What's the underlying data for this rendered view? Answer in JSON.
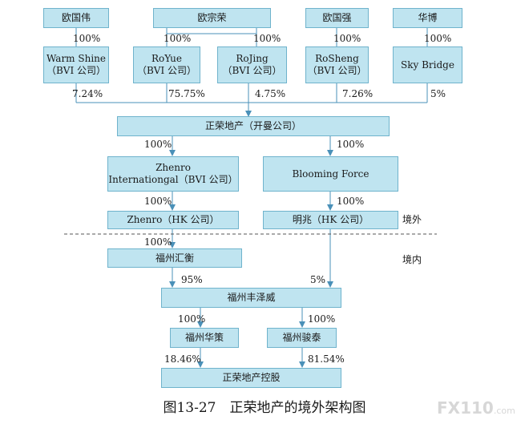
{
  "shareholders": [
    "欧国伟",
    "欧宗荣",
    "欧国强",
    "华博"
  ],
  "bvi": [
    {
      "line1": "Warm Shine",
      "line2": "（BVI 公司）"
    },
    {
      "line1": "RoYue",
      "line2": "（BVI 公司）"
    },
    {
      "line1": "RoJing",
      "line2": "（BVI 公司）"
    },
    {
      "line1": "RoSheng",
      "line2": "（BVI 公司）"
    }
  ],
  "sky_bridge": "Sky Bridge",
  "top_pcts": [
    "100%",
    "100%",
    "100%",
    "100%",
    "100%"
  ],
  "stake_pcts": [
    "7.24%",
    "75.75%",
    "4.75%",
    "7.26%",
    "5%"
  ],
  "cayman": "正荣地产（开曼公司）",
  "pct_cayman_left": "100%",
  "pct_cayman_right": "100%",
  "zhenro_intl": {
    "line1": "Zhenro",
    "line2": "Internationgal（BVI 公司）"
  },
  "blooming": "Blooming Force",
  "pct_intl": "100%",
  "pct_blooming": "100%",
  "zhenro_hk": "Zhenro（HK 公司）",
  "mingzhao_hk": "明兆（HK 公司）",
  "label_offshore": "境外",
  "label_onshore": "境内",
  "pct_huiheng": "100%",
  "fuzhou_huiheng": "福州汇衡",
  "pct_95": "95%",
  "pct_5": "5%",
  "fuzhou_fengzewei": "福州丰泽威",
  "pct_huace": "100%",
  "pct_juntai": "100%",
  "fuzhou_huace": "福州华策",
  "fuzhou_juntai": "福州骏泰",
  "pct_1846": "18.46%",
  "pct_8154": "81.54%",
  "holding": "正荣地产控股",
  "caption": "图13-27　正荣地产的境外架构图",
  "watermark": "FX110",
  "watermark_suffix": ".com"
}
